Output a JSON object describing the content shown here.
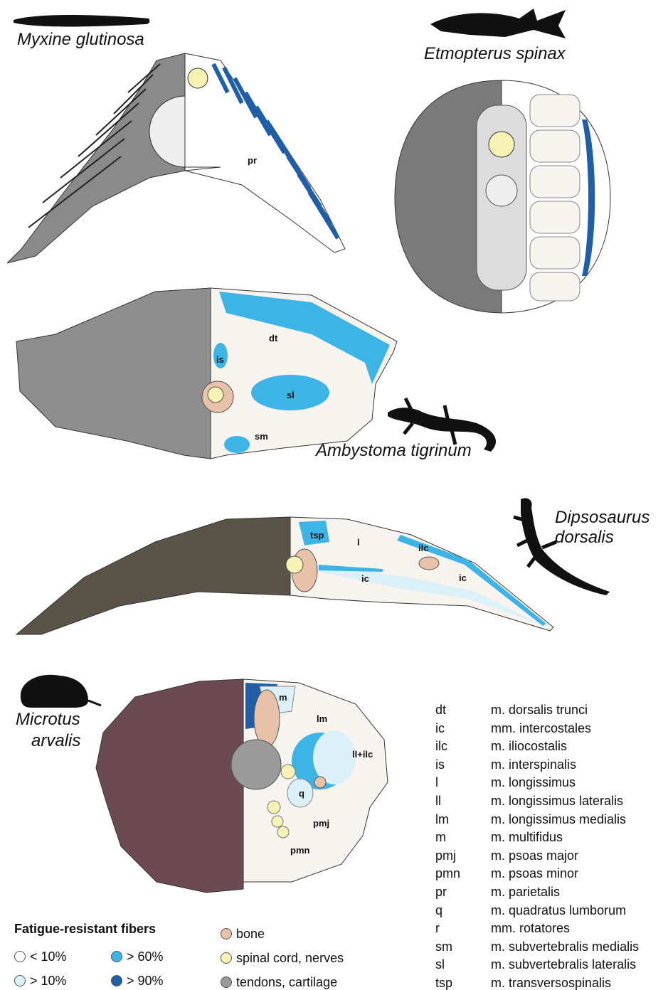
{
  "species": {
    "myxine": "Myxine glutinosa",
    "etmopterus": "Etmopterus spinax",
    "ambystoma": "Ambystoma tigrinum",
    "dipsosaurus_line1": "Dipsosaurus",
    "dipsosaurus_line2": "dorsalis",
    "microtus_line1": "Microtus",
    "microtus_line2": "arvalis"
  },
  "labels": {
    "myxine": [
      "pr"
    ],
    "ambystoma": [
      "dt",
      "is",
      "sl",
      "sm"
    ],
    "dipsosaurus": [
      "tsp",
      "l",
      "ilc",
      "ic",
      "ic"
    ],
    "microtus": [
      "m",
      "lm",
      "ll+ilc",
      "q",
      "pmj",
      "pmn"
    ]
  },
  "abbreviations": [
    {
      "abbr": "dt",
      "name": "m. dorsalis trunci"
    },
    {
      "abbr": "ic",
      "name": "mm. intercostales"
    },
    {
      "abbr": "ilc",
      "name": "m. iliocostalis"
    },
    {
      "abbr": "is",
      "name": "m. interspinalis"
    },
    {
      "abbr": "l",
      "name": "m. longissimus"
    },
    {
      "abbr": "ll",
      "name": "m. longissimus lateralis"
    },
    {
      "abbr": "lm",
      "name": "m. longissimus medialis"
    },
    {
      "abbr": "m",
      "name": "m. multifidus"
    },
    {
      "abbr": "pmj",
      "name": "m. psoas major"
    },
    {
      "abbr": "pmn",
      "name": "m. psoas minor"
    },
    {
      "abbr": "pr",
      "name": "m. parietalis"
    },
    {
      "abbr": "q",
      "name": "m. quadratus lumborum"
    },
    {
      "abbr": "r",
      "name": "mm. rotatores"
    },
    {
      "abbr": "sm",
      "name": "m. subvertebralis medialis"
    },
    {
      "abbr": "sl",
      "name": "m. subvertebralis lateralis"
    },
    {
      "abbr": "tsp",
      "name": "m. transversospinalis"
    }
  ],
  "legend": {
    "title": "Fatigue-resistant fibers",
    "fibers": [
      {
        "label": "< 10%",
        "color": "#ffffff"
      },
      {
        "label": "> 10%",
        "color": "#dcf0f8"
      },
      {
        "label": "> 60%",
        "color": "#3db4e6"
      },
      {
        "label": "> 90%",
        "color": "#1f5fa8"
      }
    ],
    "tissues": [
      {
        "label": "bone",
        "color": "#e8c2a8"
      },
      {
        "label": "spinal cord, nerves",
        "color": "#f6f2b4"
      },
      {
        "label": "tendons, cartilage",
        "color": "#9a9a9a"
      }
    ]
  },
  "colors": {
    "muscle": "#f7f3ee",
    "fiber_low": "#dcf0f8",
    "fiber_mid": "#3db4e6",
    "fiber_high": "#1f5fa8",
    "bone": "#e8c2a8",
    "cord": "#f6f2b4",
    "tendon": "#9a9a9a"
  }
}
